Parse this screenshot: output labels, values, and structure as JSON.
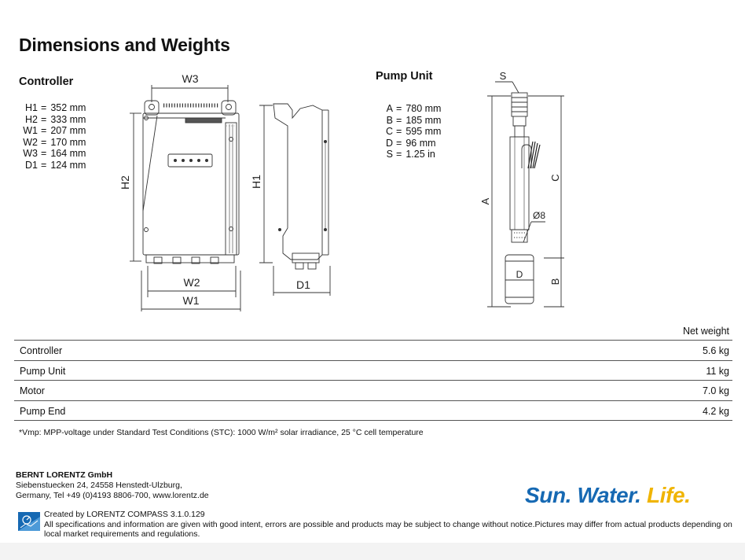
{
  "page": {
    "title": "Dimensions and Weights"
  },
  "controller": {
    "title": "Controller",
    "specs": [
      {
        "key": "H1",
        "value": "352 mm"
      },
      {
        "key": "H2",
        "value": "333 mm"
      },
      {
        "key": "W1",
        "value": "207 mm"
      },
      {
        "key": "W2",
        "value": "170 mm"
      },
      {
        "key": "W3",
        "value": "164 mm"
      },
      {
        "key": "D1",
        "value": "124 mm"
      }
    ],
    "drawing_labels": {
      "w3": "W3",
      "w2": "W2",
      "w1": "W1",
      "h2": "H2",
      "h1": "H1",
      "d1": "D1"
    }
  },
  "pump_unit": {
    "title": "Pump Unit",
    "specs": [
      {
        "key": "A",
        "value": "780 mm"
      },
      {
        "key": "B",
        "value": "185 mm"
      },
      {
        "key": "C",
        "value": "595 mm"
      },
      {
        "key": "D",
        "value": "96 mm"
      },
      {
        "key": "S",
        "value": "1.25 in"
      }
    ],
    "drawing_labels": {
      "s": "S",
      "a": "A",
      "b": "B",
      "c": "C",
      "d": "D",
      "dia": "Ø8"
    }
  },
  "weights": {
    "header": "Net weight",
    "rows": [
      {
        "name": "Controller",
        "value": "5.6 kg"
      },
      {
        "name": "Pump Unit",
        "value": "11 kg"
      },
      {
        "name": "Motor",
        "value": "7.0 kg"
      },
      {
        "name": "Pump End",
        "value": "4.2 kg"
      }
    ]
  },
  "footnote": "*Vmp: MPP-voltage under Standard Test Conditions (STC): 1000 W/m² solar irradiance, 25 °C cell temperature",
  "company": {
    "name": "BERNT LORENTZ GmbH",
    "address1": "Siebenstuecken 24, 24558 Henstedt-Ulzburg,",
    "address2": "Germany, Tel +49 (0)4193 8806-700, www.lorentz.de"
  },
  "slogan": {
    "part1": "Sun. Water. ",
    "part2": "Life."
  },
  "footer": {
    "created_by": "Created by LORENTZ COMPASS 3.1.0.129",
    "disclaimer": "All specifications and information are given with good intent, errors are possible and products may be subject to change without notice.Pictures may differ from actual products depending on local market requirements and regulations."
  },
  "colors": {
    "brand_blue": "#1669b3",
    "brand_yellow": "#f0b400"
  }
}
